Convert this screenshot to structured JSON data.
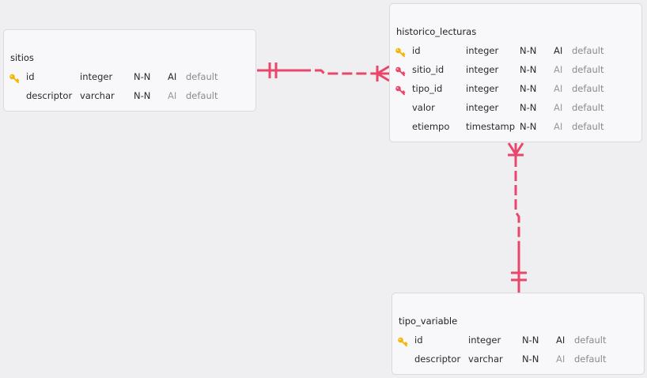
{
  "colors": {
    "background": "#efeef0",
    "relation": "#e8476b",
    "primary_key": "#f2b705",
    "foreign_key": "#e8476b"
  },
  "tables": {
    "sitios": {
      "title": "sitios",
      "rows": [
        {
          "key": "primary",
          "key_icon": "key-icon",
          "name": "id",
          "type": "integer",
          "nullability": "N-N",
          "ai": "AI",
          "ai_active": true,
          "default": "default"
        },
        {
          "key": "none",
          "key_icon": "",
          "name": "descriptor",
          "type": "varchar",
          "nullability": "N-N",
          "ai": "AI",
          "ai_active": false,
          "default": "default"
        }
      ]
    },
    "historico_lecturas": {
      "title": "historico_lecturas",
      "rows": [
        {
          "key": "primary",
          "key_icon": "key-icon",
          "name": "id",
          "type": "integer",
          "nullability": "N-N",
          "ai": "AI",
          "ai_active": true,
          "default": "default"
        },
        {
          "key": "foreign",
          "key_icon": "foreign-key-icon",
          "name": "sitio_id",
          "type": "integer",
          "nullability": "N-N",
          "ai": "AI",
          "ai_active": false,
          "default": "default"
        },
        {
          "key": "foreign",
          "key_icon": "foreign-key-icon",
          "name": "tipo_id",
          "type": "integer",
          "nullability": "N-N",
          "ai": "AI",
          "ai_active": false,
          "default": "default"
        },
        {
          "key": "none",
          "key_icon": "",
          "name": "valor",
          "type": "integer",
          "nullability": "N-N",
          "ai": "AI",
          "ai_active": false,
          "default": "default"
        },
        {
          "key": "none",
          "key_icon": "",
          "name": "etiempo",
          "type": "timestamp",
          "nullability": "N-N",
          "ai": "AI",
          "ai_active": false,
          "default": "default"
        }
      ]
    },
    "tipo_variable": {
      "title": "tipo_variable",
      "rows": [
        {
          "key": "primary",
          "key_icon": "key-icon",
          "name": "id",
          "type": "integer",
          "nullability": "N-N",
          "ai": "AI",
          "ai_active": true,
          "default": "default"
        },
        {
          "key": "none",
          "key_icon": "",
          "name": "descriptor",
          "type": "varchar",
          "nullability": "N-N",
          "ai": "AI",
          "ai_active": false,
          "default": "default"
        }
      ]
    }
  },
  "relations": [
    {
      "from_table": "sitios",
      "from_column": "id",
      "from_cardinality": "one-and-only-one",
      "to_table": "historico_lecturas",
      "to_column": "sitio_id",
      "to_cardinality": "one-or-many"
    },
    {
      "from_table": "tipo_variable",
      "from_column": "id",
      "from_cardinality": "one-and-only-one",
      "to_table": "historico_lecturas",
      "to_column": "tipo_id",
      "to_cardinality": "one-or-many"
    }
  ]
}
